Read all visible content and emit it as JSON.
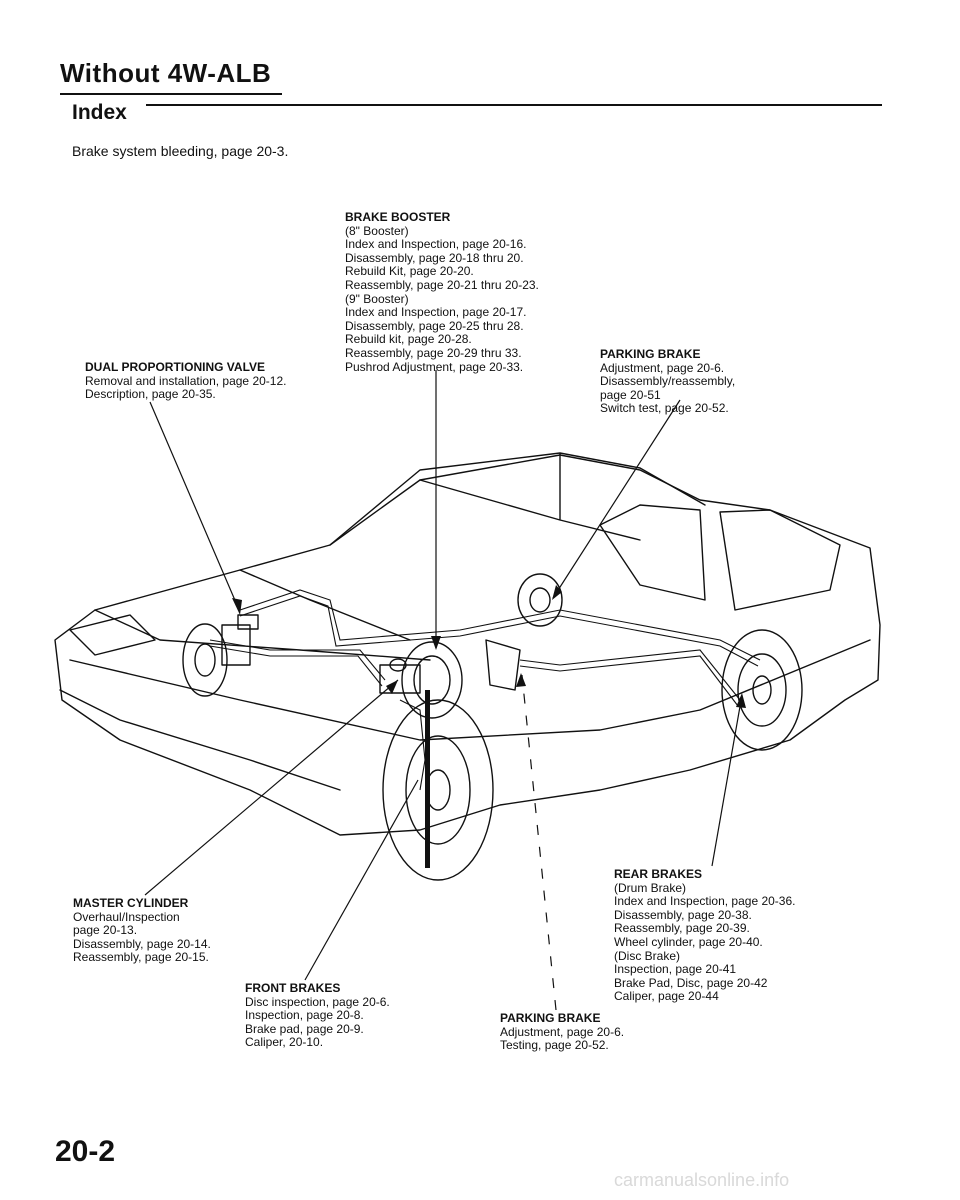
{
  "header": {
    "title": "Without 4W-ALB",
    "section": "Index",
    "intro": "Brake system bleeding, page 20-3."
  },
  "callouts": {
    "brake_booster": {
      "heading": "BRAKE BOOSTER",
      "lines": [
        "(8\" Booster)",
        "Index and Inspection, page 20-16.",
        "Disassembly, page 20-18 thru 20.",
        "Rebuild Kit, page 20-20.",
        "Reassembly, page 20-21 thru 20-23.",
        "(9\" Booster)",
        "Index and Inspection, page 20-17.",
        "Disassembly, page 20-25 thru 28.",
        "Rebuild kit, page 20-28.",
        "Reassembly, page 20-29 thru 33.",
        "Pushrod Adjustment, page 20-33."
      ]
    },
    "proportioning_valve": {
      "heading": "DUAL PROPORTIONING VALVE",
      "lines": [
        "Removal and installation, page 20-12.",
        "Description, page 20-35."
      ]
    },
    "parking_brake_top": {
      "heading": "PARKING BRAKE",
      "lines": [
        "Adjustment, page 20-6.",
        "Disassembly/reassembly,",
        "page 20-51",
        "Switch test, page 20-52."
      ]
    },
    "master_cylinder": {
      "heading": "MASTER CYLINDER",
      "lines": [
        "Overhaul/Inspection",
        "page 20-13.",
        "Disassembly, page 20-14.",
        "Reassembly, page 20-15."
      ]
    },
    "front_brakes": {
      "heading": "FRONT BRAKES",
      "lines": [
        "Disc inspection, page 20-6.",
        "Inspection, page 20-8.",
        "Brake pad, page 20-9.",
        "Caliper, 20-10."
      ]
    },
    "rear_brakes": {
      "heading": "REAR BRAKES",
      "lines": [
        "(Drum Brake)",
        "Index and Inspection, page 20-36.",
        "Disassembly, page 20-38.",
        "Reassembly, page 20-39.",
        "Wheel cylinder, page 20-40.",
        "(Disc Brake)",
        "Inspection, page 20-41",
        "Brake Pad, Disc, page 20-42",
        "Caliper, page 20-44"
      ]
    },
    "parking_brake_bottom": {
      "heading": "PARKING BRAKE",
      "lines": [
        "Adjustment, page 20-6.",
        "Testing, page 20-52."
      ]
    }
  },
  "footer": {
    "page_number": "20-2",
    "watermark": "carmanualsonline.info"
  }
}
